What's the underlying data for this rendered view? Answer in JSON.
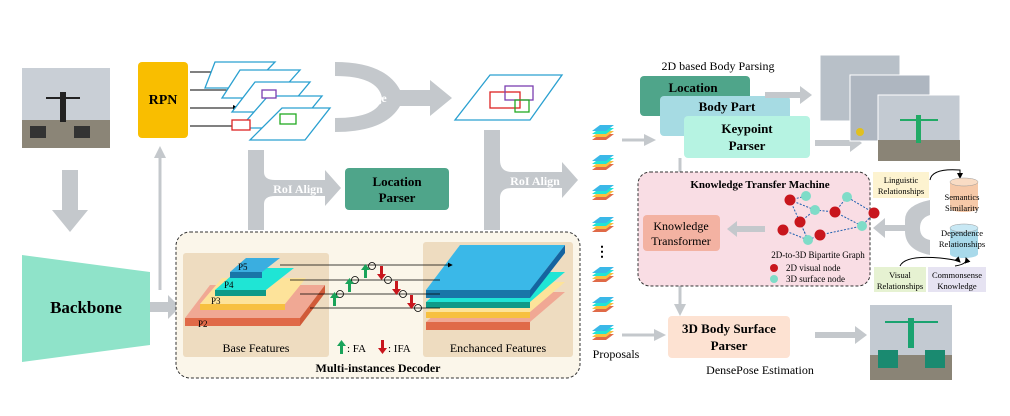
{
  "input_stage": {
    "backbone": "Backbone",
    "rpn": "RPN",
    "merge": "Merge",
    "roi_align_1": "RoI Align",
    "roi_align_2": "RoI Align",
    "location_parser": [
      "Location",
      "Parser"
    ]
  },
  "decoder": {
    "title": "Multi-instances Decoder",
    "base_features": "Base Features",
    "enhanced_features": "Enchanced Features",
    "levels": [
      "P5",
      "P4",
      "P3",
      "P2"
    ],
    "legend_fa": ": FA",
    "legend_ifa": ": IFA"
  },
  "proposals": {
    "label": "Proposals",
    "ellipsis": "⋮"
  },
  "body_parsing": {
    "title": "2D based Body Parsing",
    "location": "Location",
    "body_part": "Body Part",
    "keypoint_parser": [
      "Keypoint",
      "Parser"
    ]
  },
  "ktm": {
    "title": "Knowledge Transfer Machine",
    "transformer": [
      "Knowledge",
      "Transformer"
    ],
    "graph_label": "2D-to-3D Bipartite Graph",
    "legend_2d": "2D visual node",
    "legend_3d": "3D surface node"
  },
  "knowledge": {
    "linguistic": [
      "Linguistic",
      "Relationships"
    ],
    "semantics": [
      "Semantics",
      "Similarity"
    ],
    "dependence": [
      "Dependence",
      "Relationships"
    ],
    "visual": [
      "Visual",
      "Relationships"
    ],
    "commonsense": [
      "Commonsense",
      "Knowledge"
    ]
  },
  "densepose": {
    "parser": [
      "3D Body Surface",
      "Parser"
    ],
    "label": "DensePose Estimation"
  },
  "colors": {
    "rpn": "#f9be00",
    "backbone": "#8fe3c9",
    "location": "#4fa58a",
    "body_part": "#a6dbe3",
    "keypoint": "#b6f3e2",
    "ktm_bg": "#f9dde4",
    "transformer": "#f3b2a2",
    "surface": "#fde2d2",
    "node_2d": "#c8161d",
    "node_3d": "#7fdcc8",
    "fa": "#1aa35a",
    "ifa": "#c8161d",
    "arrow": "#c4c8cc"
  }
}
